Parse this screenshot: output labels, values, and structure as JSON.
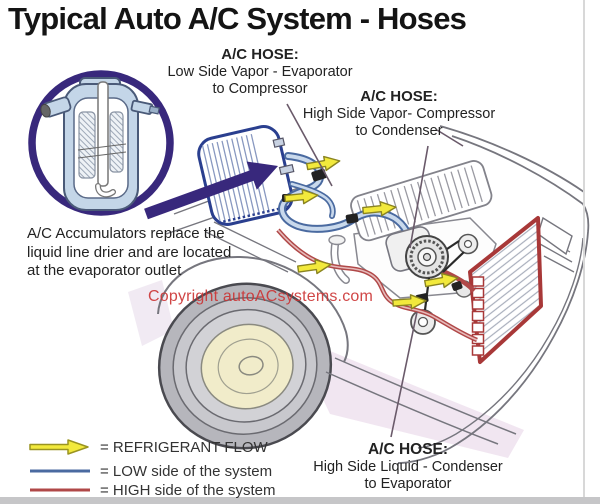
{
  "title": "Typical Auto A/C System - Hoses",
  "labels": {
    "low_side": {
      "heading": "A/C HOSE:",
      "line1": "Low Side Vapor - Evaporator",
      "line2": "to Compressor"
    },
    "high_side": {
      "heading": "A/C HOSE:",
      "line1": "High Side Vapor- Compressor",
      "line2": "to Condenser"
    },
    "liquid": {
      "heading": "A/C HOSE:",
      "line1": "High Side Liquid - Condenser",
      "line2": "to Evaporator"
    },
    "accumulator_note": {
      "line1": "A/C Accumulators replace the",
      "line2": "liquid line drier and are located",
      "line3": "at the evaporator outlet"
    }
  },
  "copyright": "Copyright autoACsystems.com",
  "legend": {
    "items": [
      {
        "symbol": "refrigerant-flow-arrow",
        "label": "= REFRIGERANT FLOW",
        "color": "#f2e93c"
      },
      {
        "symbol": "low-side-line",
        "label": "= LOW side of the system",
        "color": "#4a6aa0"
      },
      {
        "symbol": "high-side-line",
        "label": "= HIGH side of the system",
        "color": "#b04848"
      }
    ]
  },
  "colors": {
    "accent_navy": "#38287c",
    "low_side_blue": "#4a6aa0",
    "high_side_red": "#b04848",
    "flow_arrow_yellow": "#f2e93c",
    "condenser_red": "#a83838",
    "copyright_red": "#cc3333",
    "hubcap_cream": "#f1ecca",
    "accumulator_blue": "#c4d6e8"
  }
}
